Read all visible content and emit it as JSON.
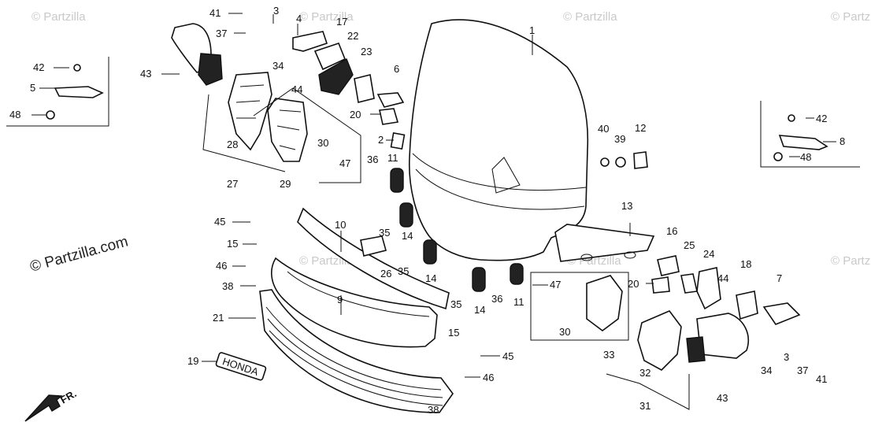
{
  "watermarks": {
    "main": "© Partzilla.com",
    "faint": "© Partzilla"
  },
  "emblem_text": "HONDA",
  "direction": "FR.",
  "labels": {
    "l1": "1",
    "l2": "2",
    "l3a": "3",
    "l3b": "3",
    "l4": "4",
    "l5": "5",
    "l6": "6",
    "l7": "7",
    "l8": "8",
    "l9": "9",
    "l10": "10",
    "l11a": "11",
    "l11b": "11",
    "l12": "12",
    "l13": "13",
    "l14a": "14",
    "l14b": "14",
    "l14c": "14",
    "l15a": "15",
    "l15b": "15",
    "l16": "16",
    "l17": "17",
    "l18": "18",
    "l19": "19",
    "l20a": "20",
    "l20b": "20",
    "l21": "21",
    "l22": "22",
    "l23": "23",
    "l24": "24",
    "l25": "25",
    "l26": "26",
    "l27": "27",
    "l28": "28",
    "l29": "29",
    "l30a": "30",
    "l30b": "30",
    "l31": "31",
    "l32": "32",
    "l33": "33",
    "l34a": "34",
    "l34b": "34",
    "l35a": "35",
    "l35b": "35",
    "l35c": "35",
    "l36a": "36",
    "l36b": "36",
    "l37a": "37",
    "l37b": "37",
    "l38a": "38",
    "l38b": "38",
    "l39": "39",
    "l40": "40",
    "l41a": "41",
    "l41b": "41",
    "l42a": "42",
    "l42b": "42",
    "l43a": "43",
    "l43b": "43",
    "l44a": "44",
    "l44b": "44",
    "l45a": "45",
    "l45b": "45",
    "l46a": "46",
    "l46b": "46",
    "l47a": "47",
    "l47b": "47",
    "l48a": "48",
    "l48b": "48"
  }
}
